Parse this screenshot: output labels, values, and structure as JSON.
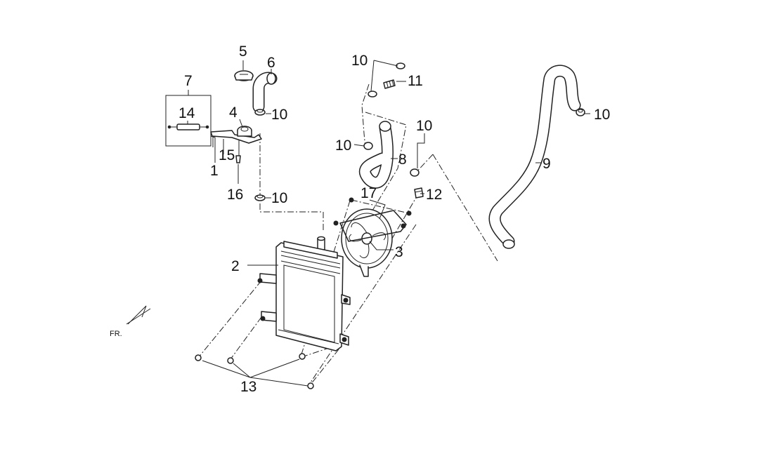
{
  "orientation_label": "FR.",
  "callouts": {
    "c1": "1",
    "c2": "2",
    "c3": "3",
    "c4": "4",
    "c5": "5",
    "c6": "6",
    "c7": "7",
    "c8": "8",
    "c9": "9",
    "c10": "10",
    "c11": "11",
    "c12": "12",
    "c13": "13",
    "c14": "14",
    "c15": "15",
    "c16": "16",
    "c17": "17"
  }
}
